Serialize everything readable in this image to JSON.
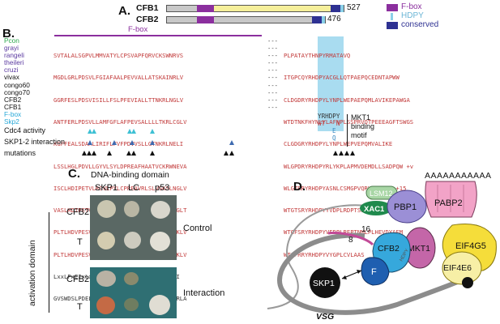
{
  "panels": {
    "a": "A.",
    "b": "B.",
    "c": "C.",
    "d": "D."
  },
  "panel_a": {
    "proteins": [
      {
        "name": "CFB1",
        "length": "527"
      },
      {
        "name": "CFB2",
        "length": "476"
      }
    ],
    "legend": {
      "fbox": "F-box",
      "hdpy": "HDPY",
      "conserved": "conserved"
    },
    "colors": {
      "fbox": "#8b2f9e",
      "hdpy": "#8ad0e8",
      "conserved": "#2e3192",
      "cfb1_body": "#f5ef9a"
    }
  },
  "panel_b": {
    "fbox_label": "F-box",
    "rows": [
      {
        "name": "Pcon",
        "color": "#2fa84f",
        "seq1": "SVTALALSGPVLMMVATYLCPSVAPFQRVCKSWNRVS",
        "seq2": "PLPATAYTHNPYRMATAVQ"
      },
      {
        "name": "grayi",
        "color": "#5b3aa0",
        "seq1": "MGDLGRLPDSVLFGIAFAALPEVVALLATSKAINRLV",
        "seq2": "ITGPCQYRHDPYACGLLQTPAEPQCEDNTAPWW"
      },
      {
        "name": "rangeli",
        "color": "#5b3aa0",
        "seq1": "GGRFESLPDSVISILLFSLPFEVIALLTTNKRLNGLV",
        "seq2": "CLDGDRYRHDPYLYNPLWEPAEPQMLAVIKEPAWGA"
      },
      {
        "name": "theileri",
        "color": "#5b3aa0",
        "seq1": "ANTFERLPDSVLLAMFGFLAFPEVSALLLLTKRLCGLV",
        "seq2": "WTDTNKFHYNLYLAFNPLSSPRVQTPEEEAGFTSWGS"
      },
      {
        "name": "cruzi",
        "color": "#5b3aa0",
        "seq1": "KGFFEALSDAALIRIFLFVFPDVVSLLGTNKRLNELI",
        "seq2": "CLGDGRYRHDPYLYNPLWEPVEPQMVALIKE"
      },
      {
        "name": "vivax",
        "color": "#111111",
        "seq1": "LSSLHGLPDVLLGYVLSYLDPREAFHAATVCKRWNEVA",
        "seq2": "WLGPDRYRHDPYRLYKPLAPMVDEMDLLSADPQW +v"
      },
      {
        "name": "congo60",
        "color": "#111111",
        "seq1": "ISCLHDIPETVLRGVLPYLCPREAVRLSLVSKSLNGLV",
        "seq2": "WLGTRRYRHDPYASNLCSMGPVQRYRYATQS +15"
      },
      {
        "name": "congo70",
        "color": "#111111",
        "seq1": "VASLHDIPETVLRGVLPYLCPREAVRLSLVSKKLNGLT",
        "seq2": "WTGTSRYRHDPYYVDPLRDPTSIYPLQEVDICELQ"
      },
      {
        "name": "CFB2",
        "color": "#111111",
        "seq1": "PLTLHDVPESVLYGAIPYLSLPDIAMLSRTCKKFHKLV",
        "seq2": "WTGFSRYRHDPYVFDPLREPTNMLPLHEVDYAEM"
      },
      {
        "name": "CFB1",
        "color": "#111111",
        "seq1": "PLTLHDVPESVLYGAIPYLSLPDIVALSRTCKKFHKLV",
        "seq2": "WTGPRRYRHDPYVYGPLCVLAAS"
      },
      {
        "name": "F-box",
        "color": "#28a8d8",
        "seq1": "LxxLPxEIxLxIIxxLxxxLDLLxxxxVCKRWxxLI",
        "seq2": ""
      },
      {
        "name": "Skp2",
        "color": "#28a8d8",
        "seq1": "GVSWDSLPDELLLGIFSCLCLPELLKVSGVCKRWYRLA",
        "seq2": ""
      }
    ],
    "hdpy_consensus": "YRHDPY",
    "hdpy_variants_line2": "WT   N",
    "hdpy_variants_line3": "E",
    "hdpy_variants_line4": "Q",
    "motif_label": [
      "MKT1",
      "binding",
      "motif"
    ],
    "row_labels": [
      "Cdc4 activity",
      "SKP1-2 interaction",
      "mutations"
    ]
  },
  "panel_c": {
    "title": "DNA-binding domain",
    "columns": [
      "SKP1",
      "LC",
      "p53"
    ],
    "rows": [
      "CFB2",
      "T",
      "CFB2",
      "T"
    ],
    "y_axis": "activation domain",
    "conditions": [
      "Control",
      "Interaction"
    ]
  },
  "panel_d": {
    "polyA": "AAAAAAAAAAA",
    "proteins": {
      "pabp2": "PABP2",
      "lsm12": "LSM12",
      "xac1": "XAC1",
      "pbp1": "PBP1",
      "eif4g5": "EIF4G5",
      "eif4e6": "EIF4E6",
      "mkt1": "MKT1",
      "cfb2": "CFB2",
      "f": "F",
      "skp1": "SKP1",
      "hdpy": "HDPY"
    },
    "numbers": [
      "8",
      "16"
    ],
    "vsg": "VSG"
  }
}
